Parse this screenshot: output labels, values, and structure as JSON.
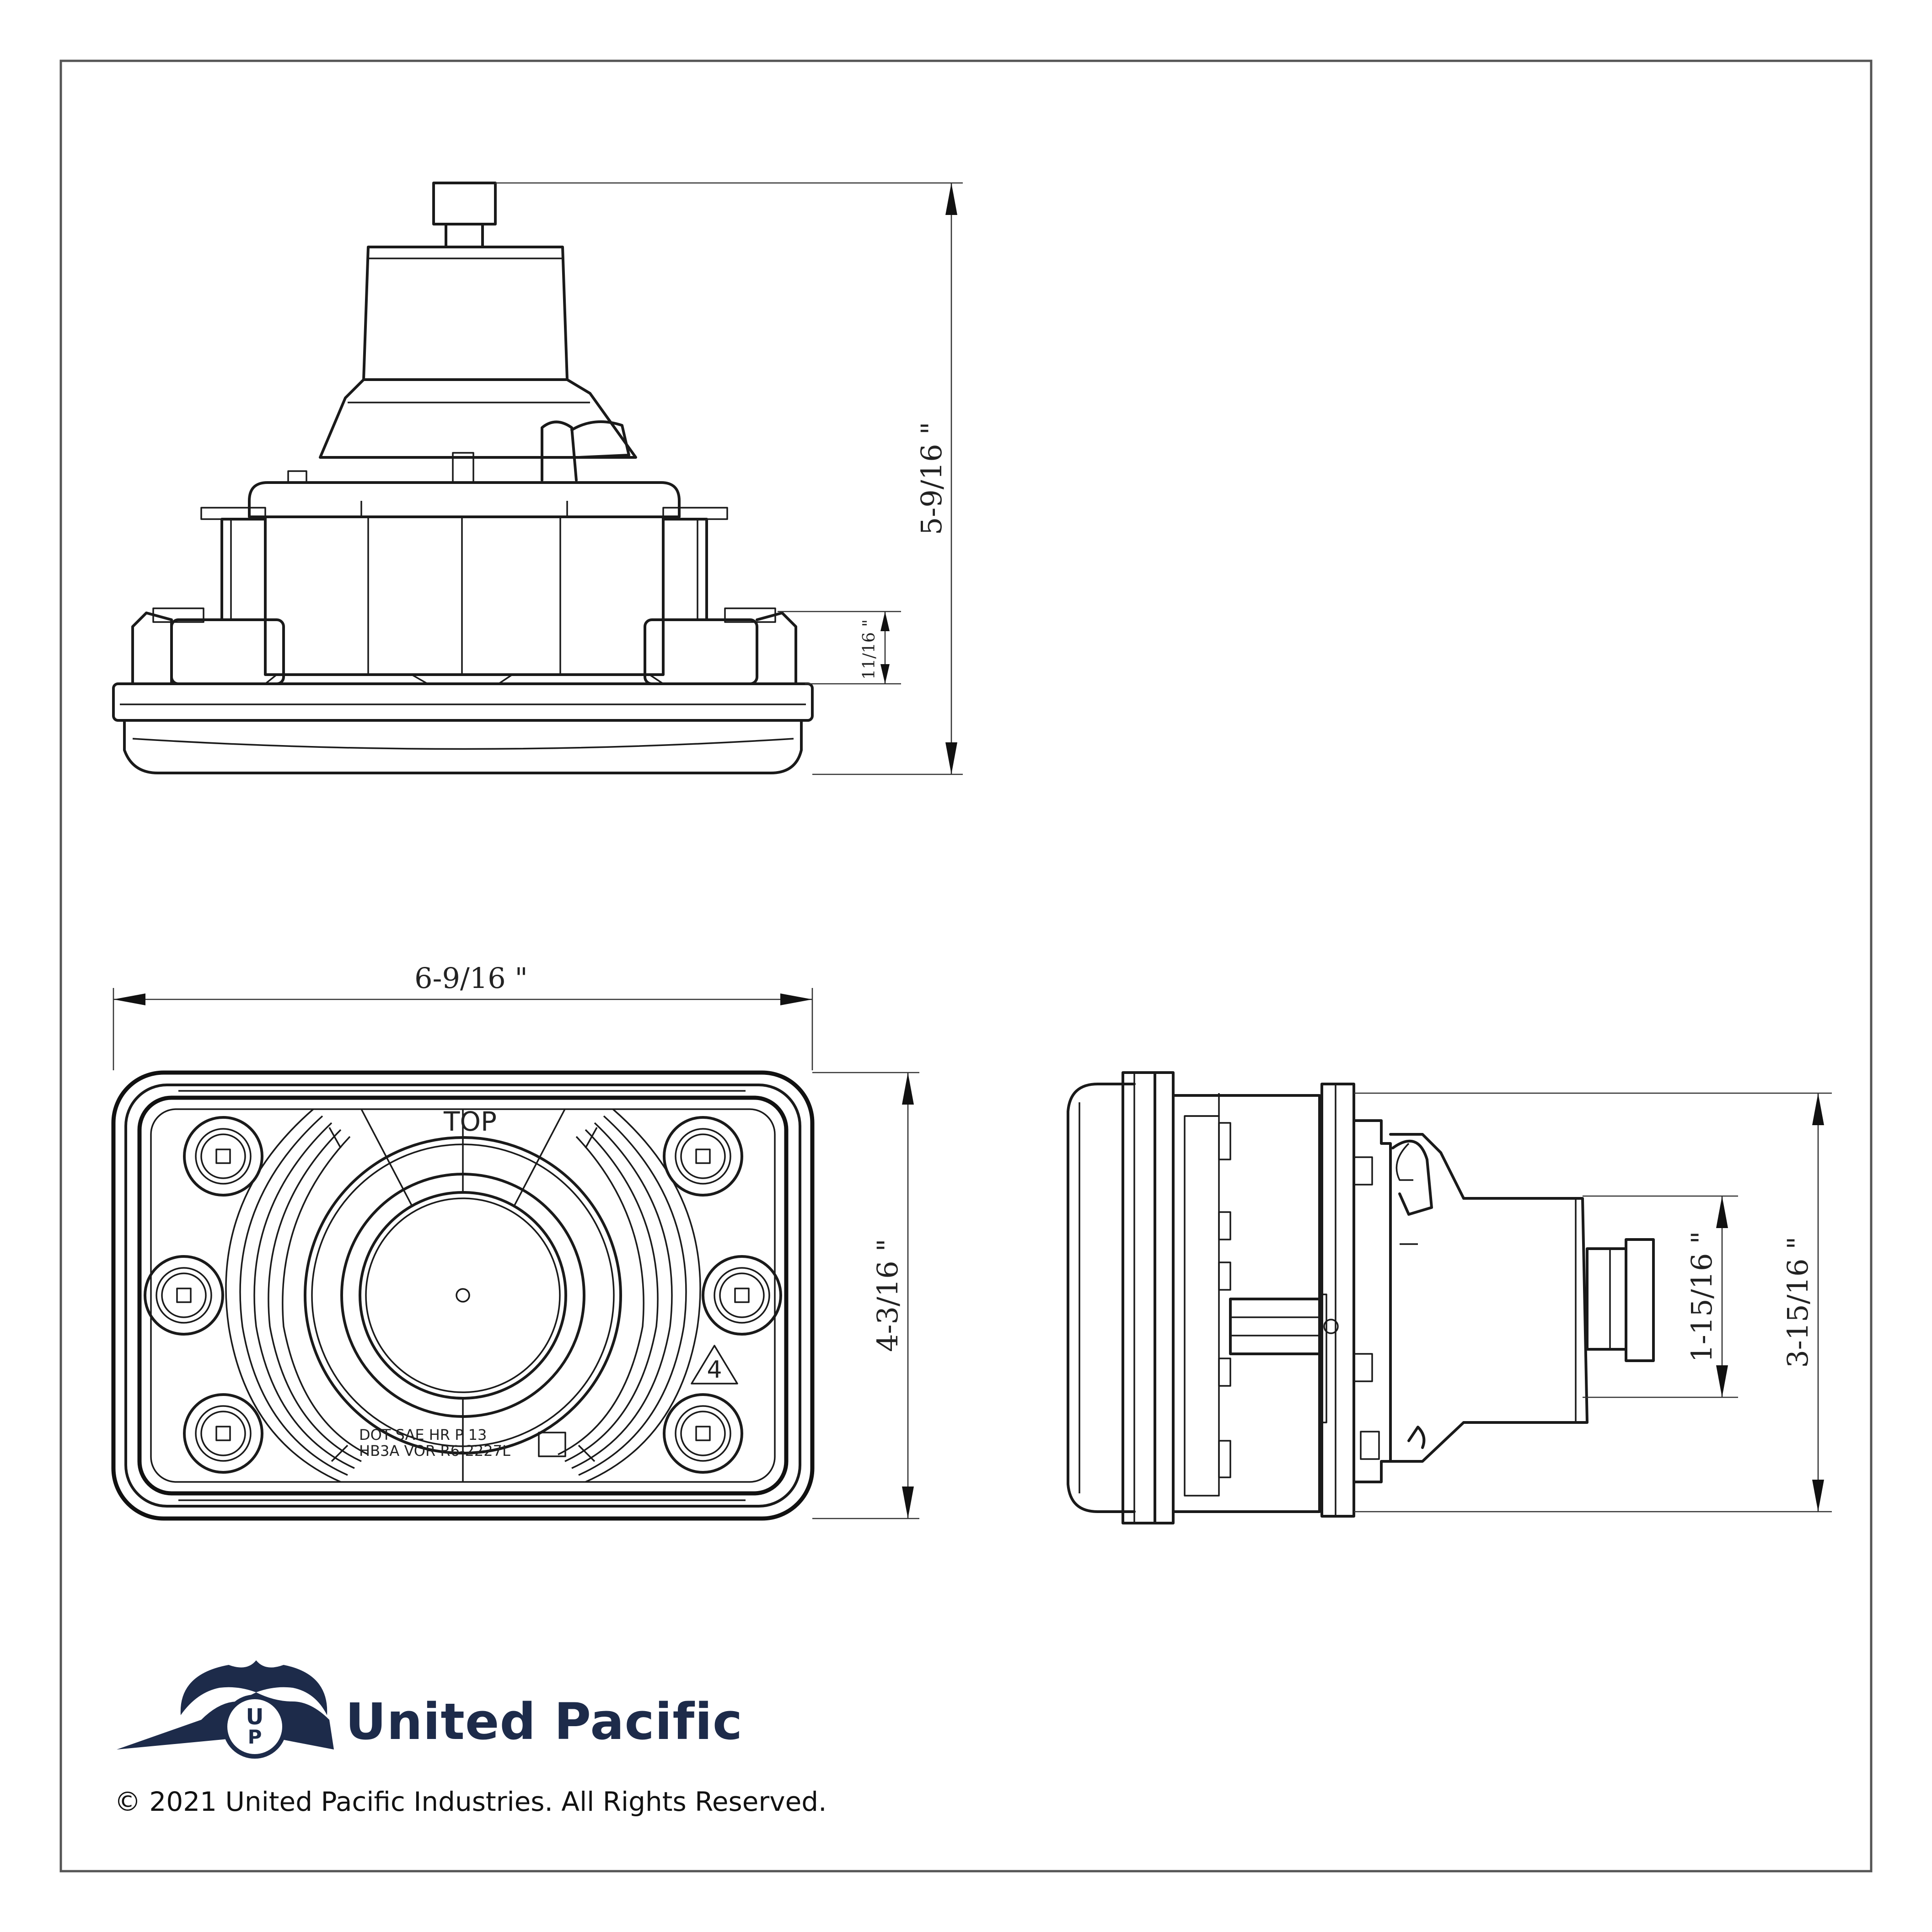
{
  "views": {
    "top_view": {
      "overall_height_label": "5-9/16 \"",
      "base_height_label": "11/16 \""
    },
    "front_view": {
      "width_label": "6-9/16 \"",
      "height_label": "4-3/16 \"",
      "top_marking": "TOP",
      "warning_number": "4",
      "stamp_line1": "DOT SAE HR P 13",
      "stamp_line2": "HB3A VOR R6-2227L"
    },
    "side_view": {
      "overall_height_label": "3-15/16 \"",
      "connector_height_label": "1-15/16 \""
    }
  },
  "brand": {
    "name": "United Pacific",
    "logo_icon": "united-pacific-wing-logo",
    "color": "#1d2b4a"
  },
  "copyright": "© 2021 United Pacific Industries. All Rights Reserved."
}
